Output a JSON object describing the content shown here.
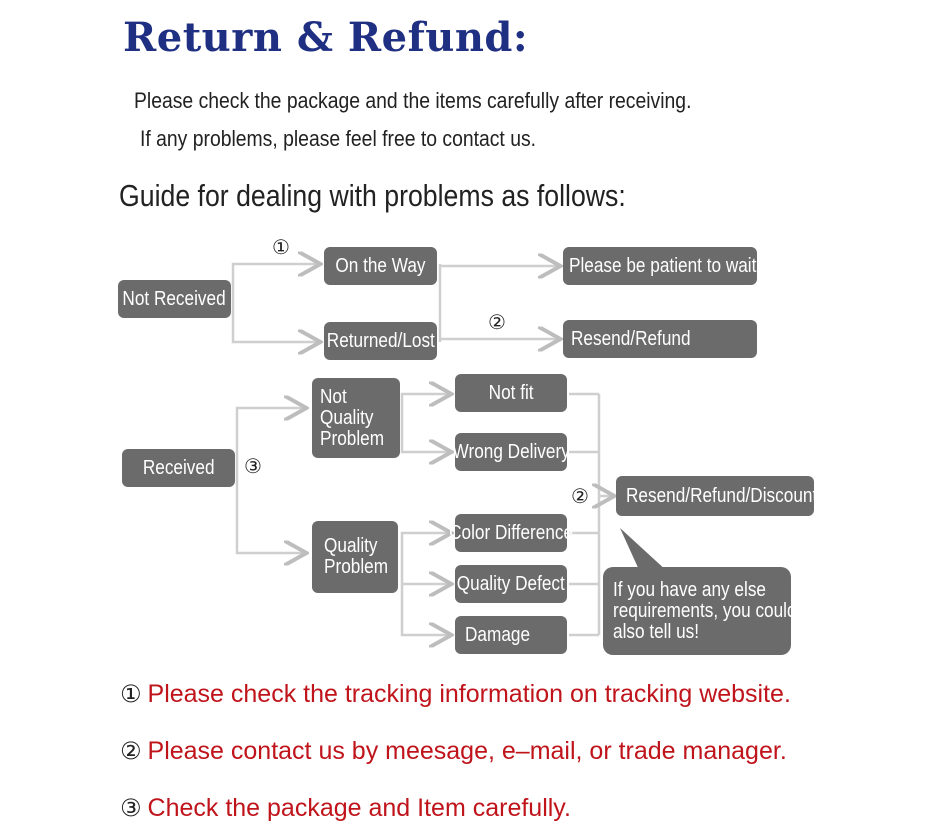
{
  "title": "Return & Refund:",
  "intro": {
    "line1": "Please check the package and the items carefully after receiving.",
    "line2": "If any problems, please feel free to contact us."
  },
  "guide_heading": "Guide for dealing with problems as follows:",
  "diagram": {
    "not_received": "Not Received",
    "on_the_way": "On the Way",
    "returned_lost": "Returned/Lost",
    "patient_wait": "Please be patient to wait",
    "resend_refund": "Resend/Refund",
    "received": "Received",
    "not_quality_problem": [
      "Not",
      "Quality",
      "Problem"
    ],
    "quality_problem": [
      "Quality",
      "Problem"
    ],
    "not_fit": "Not fit",
    "wrong_delivery": "Wrong Delivery",
    "color_difference": "Color Difference",
    "quality_defect": "Quality Defect",
    "damage": "Damage",
    "resend_refund_discount": "Resend/Refund/Discount",
    "callout": [
      "If you have any else",
      "requirements, you could",
      "also tell us!"
    ],
    "marker_1": "①",
    "marker_2a": "②",
    "marker_2b": "②",
    "marker_3": "③"
  },
  "notes": [
    {
      "num": "①",
      "text": "Please check the tracking information on tracking website."
    },
    {
      "num": "②",
      "text": "Please contact us by meesage, e–mail, or trade manager."
    },
    {
      "num": "③",
      "text": "Check the package and Item carefully."
    }
  ],
  "colors": {
    "title": "#1f2f82",
    "box": "#6b6b6b",
    "note_text": "#c0141b",
    "connector": "#c9c9c9"
  }
}
